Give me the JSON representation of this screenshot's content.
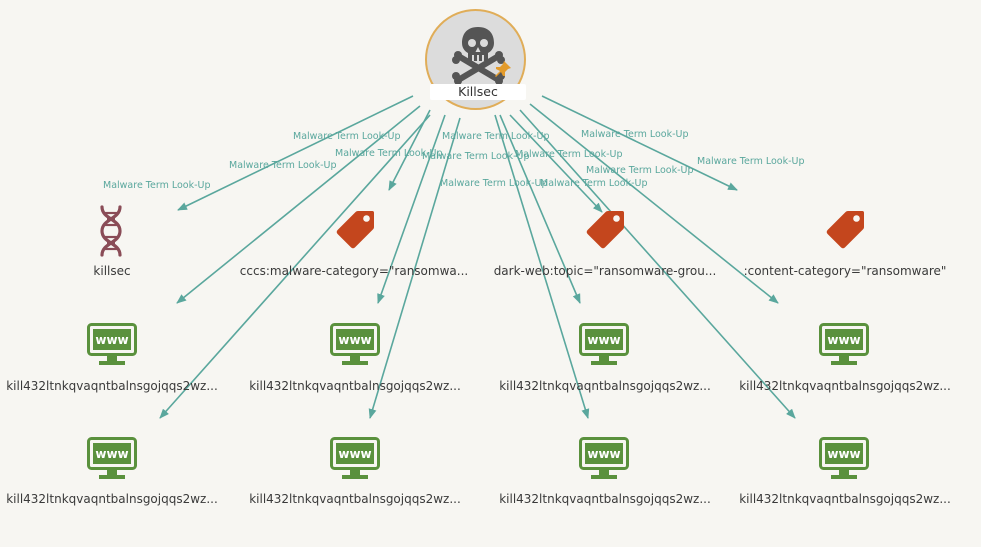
{
  "root": {
    "label": "Killsec",
    "icon": "skull-crossbones-icon",
    "badge_icon": "pin-icon",
    "border_color": "#e0ad58"
  },
  "edge_label": "Malware Term Look-Up",
  "edge_color": "#5aa79d",
  "row1": [
    {
      "label": "killsec",
      "icon": "dna-icon",
      "color": "#8a4c57"
    },
    {
      "label": "cccs:malware-category=\"ransomwa...",
      "icon": "tag-icon",
      "color": "#c4461d"
    },
    {
      "label": "dark-web:topic=\"ransomware-grou...",
      "icon": "tag-icon",
      "color": "#c4461d"
    },
    {
      "label": ":content-category=\"ransomware\"",
      "icon": "tag-icon",
      "color": "#c4461d"
    }
  ],
  "row2": [
    {
      "label": "kill432ltnkqvaqntbalnsgojqqs2wz...",
      "icon": "www-monitor-icon",
      "color": "#5a913d"
    },
    {
      "label": "kill432ltnkqvaqntbalnsgojqqs2wz...",
      "icon": "www-monitor-icon",
      "color": "#5a913d"
    },
    {
      "label": "kill432ltnkqvaqntbalnsgojqqs2wz...",
      "icon": "www-monitor-icon",
      "color": "#5a913d"
    },
    {
      "label": "kill432ltnkqvaqntbalnsgojqqs2wz...",
      "icon": "www-monitor-icon",
      "color": "#5a913d"
    }
  ],
  "row3": [
    {
      "label": "kill432ltnkqvaqntbalnsgojqqs2wz...",
      "icon": "www-monitor-icon",
      "color": "#5a913d"
    },
    {
      "label": "kill432ltnkqvaqntbalnsgojqqs2wz...",
      "icon": "www-monitor-icon",
      "color": "#5a913d"
    },
    {
      "label": "kill432ltnkqvaqntbalnsgojqqs2wz...",
      "icon": "www-monitor-icon",
      "color": "#5a913d"
    },
    {
      "label": "kill432ltnkqvaqntbalnsgojqqs2wz...",
      "icon": "www-monitor-icon",
      "color": "#5a913d"
    }
  ],
  "www_text": "www"
}
